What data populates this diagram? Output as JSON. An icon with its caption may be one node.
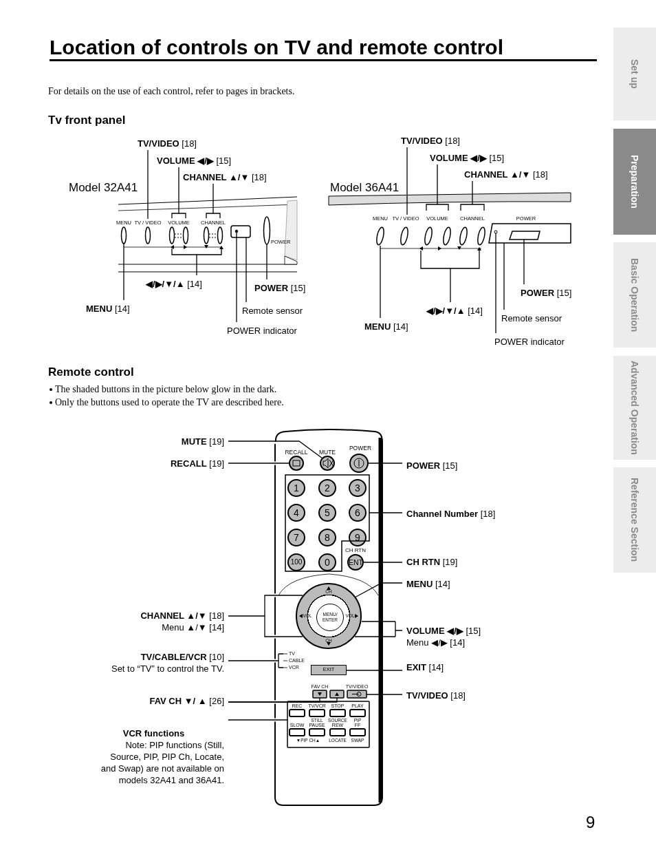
{
  "diagram": {
    "title": "Location of controls on TV and remote control",
    "nodes": [
      {
        "text": [
          "**TV/VIDEO** [18]"
        ]
      },
      {
        "text": [
          "**VOLUME ◀/▶** [15]"
        ]
      },
      {
        "text": [
          "**CHANNEL ▲/▼** [18]"
        ]
      },
      {
        "text": [
          "**◀/▶/▼/▲** [14]"
        ]
      },
      {
        "text": [
          "**MENU** [14]"
        ]
      },
      {
        "text": [
          "**POWER** [15]"
        ]
      },
      {
        "text": [
          "Remote sensor"
        ]
      },
      {
        "text": [
          "POWER indicator"
        ]
      },
      {
        "text": [
          "**TV/VIDEO** [18]"
        ]
      },
      {
        "text": [
          "**VOLUME ◀/▶** [15]"
        ]
      },
      {
        "text": [
          "**CHANNEL ▲/▼** [18]"
        ]
      },
      {
        "text": [
          "**◀/▶/▼/▲** [14]"
        ]
      },
      {
        "text": [
          "**MENU** [14]"
        ]
      },
      {
        "text": [
          "**POWER** [15]"
        ]
      },
      {
        "text": [
          "Remote sensor"
        ]
      },
      {
        "text": [
          "POWER indicator"
        ]
      },
      {
        "text": [
          "**MUTE** [19]"
        ]
      },
      {
        "text": [
          "**RECALL** [19]"
        ]
      },
      {
        "text": [
          "**POWER** [15]"
        ]
      },
      {
        "text": [
          "**Channel Number** [18]"
        ]
      },
      {
        "text": [
          "**CH RTN** [19]"
        ]
      },
      {
        "text": [
          "**MENU** [14]"
        ]
      },
      {
        "text": [
          "**CHANNEL ▲/▼** [18]",
          "Menu ▲/▼ [14]"
        ]
      },
      {
        "text": [
          "**VOLUME ◀/▶** [15]",
          "Menu ◀/▶ [14]"
        ]
      },
      {
        "text": [
          "**TV/CABLE/VCR** [10]",
          "Set to “TV” to control the TV."
        ]
      },
      {
        "text": [
          "**EXIT** [14]"
        ]
      },
      {
        "text": [
          "**TV/VIDEO** [18]"
        ]
      },
      {
        "text": [
          "**FAV CH ▼/ ▲** [26]"
        ]
      },
      {
        "text": [
          "VCR functions",
          "Note: PIP functions (Still, Source, PIP, PIP Ch, Locate, and Swap) are not available on models 32A41 and 36A41."
        ]
      },
      {
        "text": [
          "TV / VIDEO"
        ]
      },
      {
        "text": [
          "VOLUME"
        ]
      },
      {
        "text": [
          "CHANNEL"
        ]
      },
      {
        "text": [],
        "shape": "bar"
      },
      {
        "text": [],
        "shape": "ellipse"
      },
      {
        "text": [],
        "shape": "ellipse"
      },
      {
        "text": [],
        "shape": "box"
      },
      {
        "text": [],
        "shape": "circle",
        "in": 35
      },
      {
        "text": [
          "TV / VIDEO"
        ]
      },
      {
        "text": [
          "VOLUME"
        ]
      },
      {
        "text": [
          "CHANNEL"
        ]
      },
      {
        "text": [],
        "shape": "bar"
      },
      {
        "text": [],
        "shape": "ellipse"
      },
      {
        "text": [],
        "shape": "box"
      },
      {
        "text": [],
        "shape": "circle",
        "in": 42
      },
      {
        "text": [],
        "shape": "box",
        "in": 42
      },
      {
        "text": [],
        "shape": "circle"
      },
      {
        "text": [],
        "shape": "circle"
      },
      {
        "text": [],
        "shape": "circle"
      },
      {
        "text": [],
        "shape": "box"
      },
      {
        "text": [
          "ENT"
        ]
      },
      {
        "text": [],
        "shape": "circle"
      },
      {
        "text": [
          "MENU/ ENTER"
        ],
        "in": 50
      },
      {
        "text": [
          "TV",
          "CABLE",
          "VCR"
        ]
      },
      {
        "text": [
          "EXIT"
        ]
      },
      {
        "text": [],
        "shape": "box"
      },
      {
        "text": [],
        "shape": "box"
      },
      {
        "text": [],
        "shape": "box"
      },
      {
        "text": [],
        "shape": "box"
      }
    ],
    "edges": [
      {
        "from": 0,
        "to": 29,
        "arrow": "none"
      },
      {
        "from": 1,
        "to": 30,
        "arrow": "none"
      },
      {
        "from": 2,
        "to": 31,
        "arrow": "none"
      },
      {
        "from": 3,
        "to": 32,
        "arrow": "none"
      },
      {
        "from": 4,
        "to": 33,
        "arrow": "none"
      },
      {
        "from": 5,
        "to": 34,
        "arrow": "none"
      },
      {
        "from": 6,
        "to": 35,
        "arrow": "none"
      },
      {
        "from": 7,
        "to": 36,
        "arrow": "none"
      },
      {
        "from": 8,
        "to": 37,
        "arrow": "none"
      },
      {
        "from": 9,
        "to": 38,
        "arrow": "none"
      },
      {
        "from": 10,
        "to": 39,
        "arrow": "none"
      },
      {
        "from": 11,
        "to": 40,
        "arrow": "none"
      },
      {
        "from": 12,
        "to": 41,
        "arrow": "none"
      },
      {
        "from": 13,
        "to": 44,
        "arrow": "none"
      },
      {
        "from": 14,
        "to": 42,
        "arrow": "none"
      },
      {
        "from": 15,
        "to": 43,
        "arrow": "none"
      },
      {
        "from": 16,
        "to": 46,
        "arrow": "none"
      },
      {
        "from": 17,
        "to": 45,
        "arrow": "none"
      },
      {
        "from": 18,
        "to": 47,
        "arrow": "none"
      },
      {
        "from": 19,
        "to": 48,
        "arrow": "none"
      },
      {
        "from": 20,
        "to": 49,
        "arrow": "none"
      },
      {
        "from": 21,
        "to": 51,
        "arrow": "none"
      },
      {
        "from": 22,
        "to": 50,
        "arrow": "none"
      },
      {
        "from": 23,
        "to": 50,
        "arrow": "none"
      },
      {
        "from": 24,
        "to": 52,
        "arrow": "none"
      },
      {
        "from": 25,
        "to": 53,
        "arrow": "none"
      },
      {
        "from": 26,
        "to": 56,
        "arrow": "none"
      },
      {
        "from": 27,
        "to": 54,
        "arrow": "none"
      },
      {
        "from": 27,
        "to": 55,
        "arrow": "none"
      },
      {
        "from": 28,
        "to": 57,
        "arrow": "none"
      }
    ],
    "labels": [
      "For details on the use of each control, refer to pages in brackets.",
      "Tv front panel",
      "Model 32A41",
      "MENU",
      "POWER",
      "Model 36A41",
      "MENU",
      "POWER",
      "Remote control",
      "The shaded buttons in the picture below glow in the dark.",
      "Only the buttons used to operate the TV are described here.",
      "RECALL",
      "MUTE",
      "POWER",
      "1",
      "2",
      "3",
      "4",
      "5",
      "6",
      "7",
      "8",
      "9",
      "CH RTN",
      "100",
      "0",
      "CH",
      "VOL",
      "VOL",
      "CH",
      "FAV CH",
      "TV/VIDEO",
      "REC",
      "TV/VCR",
      "STOP",
      "PLAY",
      "STILL",
      "SOURCE",
      "PIP",
      "SLOW",
      "PAUSE",
      "REW",
      "FF",
      "▼PIP CH▲",
      "LOCATE",
      "SWAP",
      "Set up",
      "Preparation",
      "Basic Operation",
      "Advanced Operation",
      "Reference Section",
      "9"
    ]
  }
}
